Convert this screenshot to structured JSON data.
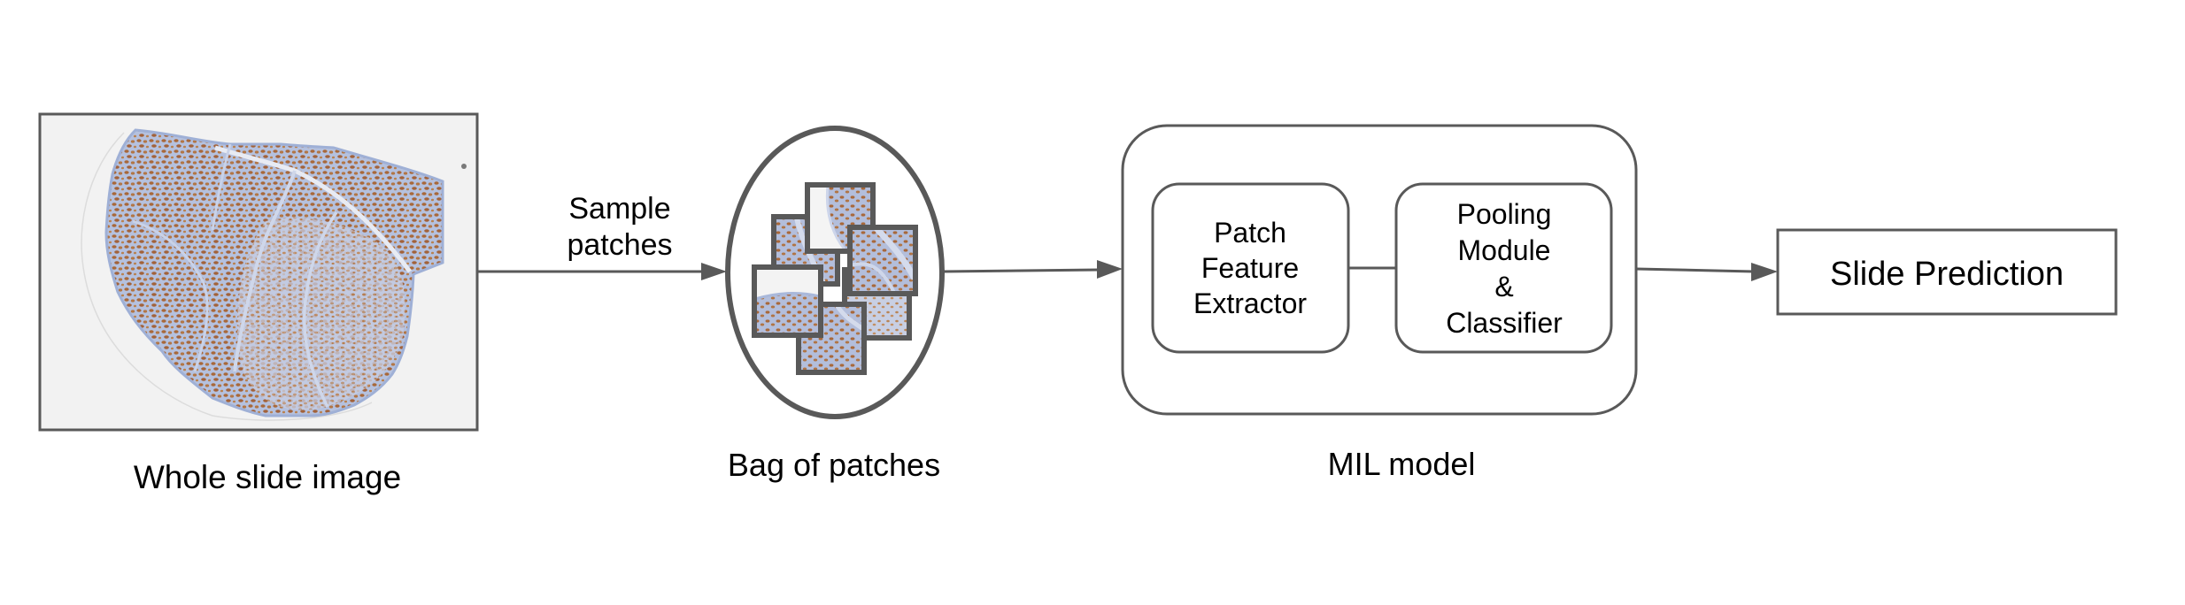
{
  "colors": {
    "stroke": "#595959",
    "text": "#000000",
    "slide_bg": "#f2f2f2",
    "tissue_brown": "#a8683a",
    "tissue_brown_light": "#c08a5c",
    "tissue_blue": "#aab8d8",
    "tissue_stroma": "#d6dcec"
  },
  "nodes": {
    "wsi": {
      "caption": "Whole slide image"
    },
    "bag": {
      "caption": "Bag of patches",
      "patch_count": 6
    },
    "mil": {
      "caption": "MIL model",
      "feature_extractor": {
        "lines": [
          "Patch",
          "Feature",
          "Extractor"
        ]
      },
      "pooling_classifier": {
        "lines": [
          "Pooling",
          "Module",
          "&",
          "Classifier"
        ]
      }
    },
    "prediction": {
      "label": "Slide Prediction"
    }
  },
  "edges": {
    "wsi_to_bag": {
      "lines": [
        "Sample",
        "patches"
      ]
    },
    "bag_to_mil": {
      "label": ""
    },
    "mil_to_prediction": {
      "label": ""
    }
  }
}
